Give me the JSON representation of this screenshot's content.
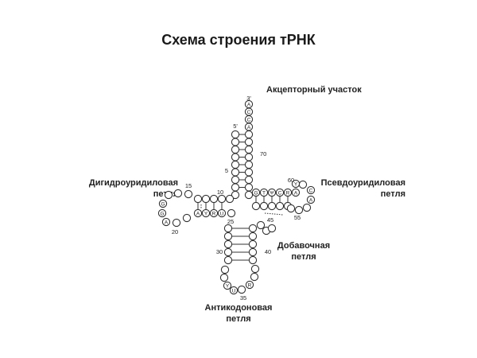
{
  "title": "Схема строения тРНК",
  "labels": {
    "acceptor": "Акцепторный участок",
    "dihydrouridine_line1": "Дигидроуридиловая",
    "dihydrouridine_line2": "петля",
    "pseudouridine_line1": "Псевдоуридиловая",
    "pseudouridine_line2": "петля",
    "extra_line1": "Добавочная",
    "extra_line2": "петля",
    "anticodon_line1": "Антикодоновая",
    "anticodon_line2": "петля"
  },
  "end_labels": {
    "three_prime": "3'",
    "five_prime": "5'"
  },
  "acceptor_tail": [
    "A",
    "C",
    "C",
    "A"
  ],
  "position_numbers": [
    "70",
    "5",
    "10",
    "15",
    "20",
    "25",
    "30",
    "35",
    "40",
    "45",
    "55",
    "60"
  ],
  "marked_nucleotides": {
    "d_loop_left": [
      "G",
      "G",
      "A"
    ],
    "d_stem": [
      "A",
      "Y",
      "R",
      "U"
    ],
    "anticodon": [
      "Y",
      "U",
      "R"
    ],
    "t_stem": [
      "G",
      "T",
      "Ψ",
      "C",
      "R",
      "A"
    ],
    "t_loop": [
      "Y",
      "C",
      "A"
    ]
  }
}
